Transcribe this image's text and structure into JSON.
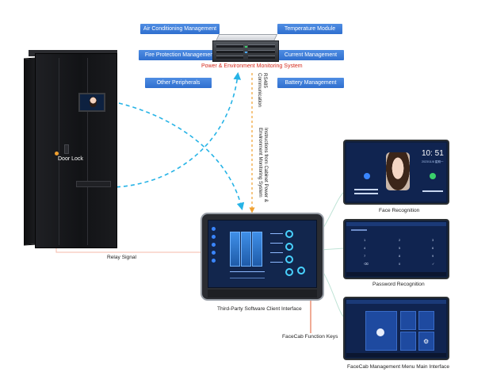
{
  "modules": {
    "air_conditioning": "Air Conditioning Management",
    "temperature": "Temperature Module",
    "fire_protection": "Fire Protection Management",
    "current": "Current Management",
    "other_peripherals": "Other Peripherals",
    "battery": "Battery Management"
  },
  "system_title": "Power & Environment Monitoring System",
  "rs485_label": "RS485\nCommunication",
  "instructions_label": "Instructions from Cabinet Power &\nEnvironment Monitoring System",
  "door_lock_label": "Door Lock",
  "relay_signal_label": "Relay Signal",
  "client_interface_label": "Third-Party Software Client Interface",
  "function_keys_label": "FaceCab Function Keys",
  "panels": {
    "face": {
      "caption": "Face Recognition",
      "clock": "10: 51",
      "date": "2023/11/8  星期一"
    },
    "password": {
      "caption": "Password Recognition",
      "keys": [
        "1",
        "2",
        "3",
        "4",
        "5",
        "6",
        "7",
        "8",
        "9",
        "⌫",
        "0",
        "✓"
      ]
    },
    "menu": {
      "caption": "FaceCab Management Menu Main Interface"
    }
  },
  "colors": {
    "module_blue": "#2f6fcf",
    "system_red": "#d42a1c",
    "link_cyan": "#26b3e6",
    "signal_orange": "#f0a030",
    "relay_line": "#f4b8a8",
    "panel_line": "#bfe3d6"
  }
}
